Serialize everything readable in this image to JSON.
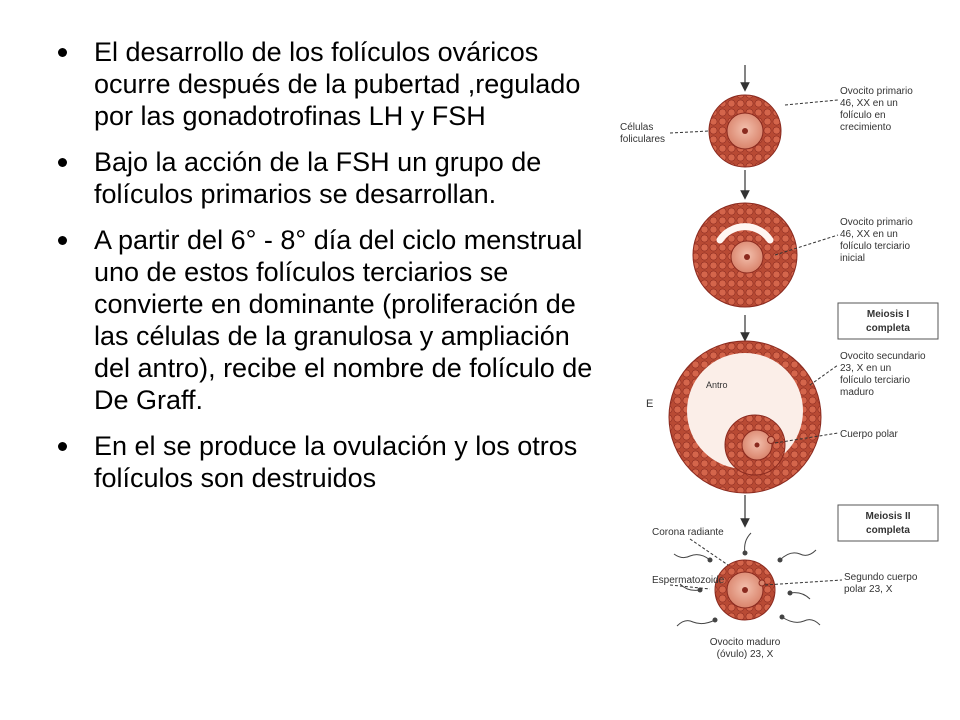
{
  "slide": {
    "bullets": [
      "El desarrollo de los folículos ováricos ocurre después de la pubertad ,regulado por las gonadotrofinas LH y FSH",
      "Bajo la acción de la FSH un grupo de folículos primarios se desarrollan.",
      "A partir del 6° - 8° día del ciclo menstrual uno de estos folículos terciarios se convierte en dominante (proliferación de las células de la granulosa y ampliación del antro), recibe el nombre de folículo de De Graff.",
      "En el se produce la ovulación y los otros folículos son destruidos"
    ]
  },
  "figure": {
    "stage1": {
      "left_label_1": "Células",
      "left_label_2": "foliculares",
      "right_label_1": "Ovocito primario",
      "right_label_2": "46, XX en un",
      "right_label_3": "folículo en",
      "right_label_4": "crecimiento"
    },
    "stage2": {
      "right_label_1": "Ovocito primario",
      "right_label_2": "46, XX en un",
      "right_label_3": "folículo terciario",
      "right_label_4": "inicial"
    },
    "meiosis1": {
      "line1": "Meiosis I",
      "line2": "completa"
    },
    "stage3": {
      "antrum_label": "Antro",
      "right_label_1": "Ovocito secundario",
      "right_label_2": "23, X en un",
      "right_label_3": "folículo terciario",
      "right_label_4": "maduro",
      "polar_label": "Cuerpo polar",
      "side_mark": "E"
    },
    "meiosis2": {
      "line1": "Meiosis II",
      "line2": "completa"
    },
    "stage4": {
      "corona_label": "Corona radiante",
      "sperm_label": "Espermatozoide",
      "second_polar_1": "Segundo cuerpo",
      "second_polar_2": "polar 23, X",
      "mature_1": "Ovocito maduro",
      "mature_2": "(óvulo) 23, X"
    },
    "colors": {
      "cell_fill": "#c8553d",
      "cell_dark": "#8a2a1f",
      "oocyte": "#e8a08a",
      "antrum": "#fbeee8"
    }
  }
}
